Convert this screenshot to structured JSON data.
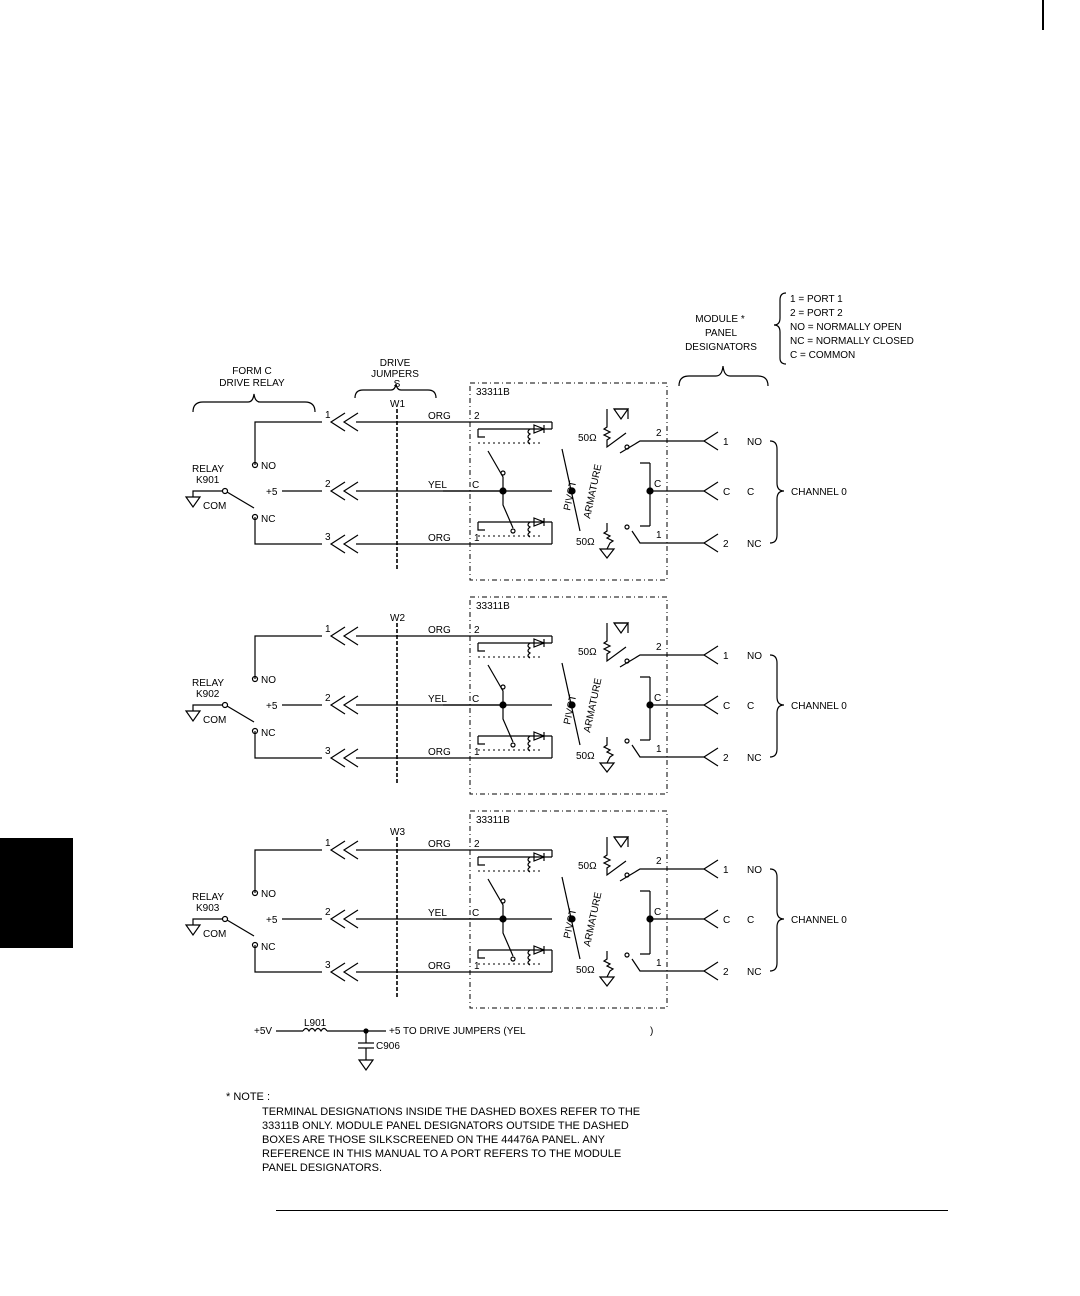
{
  "legend": {
    "entries": [
      "1 = PORT 1",
      "2 = PORT 2",
      "NO = NORMALLY OPEN",
      "NC = NORMALLY CLOSED",
      "C = COMMON"
    ]
  },
  "headers": {
    "module_panel": [
      "MODULE  *",
      "PANEL",
      "DESIGNATORS"
    ],
    "form_c": [
      "FORM C",
      "DRIVE RELAY"
    ],
    "drive_jumpers": [
      "DRIVE",
      "JUMPERS",
      "S"
    ]
  },
  "channels": [
    {
      "module": "33311B",
      "jumper": "W1",
      "relay": [
        "RELAY",
        "K901"
      ],
      "channel": "CHANNEL 0"
    },
    {
      "module": "33311B",
      "jumper": "W2",
      "relay": [
        "RELAY",
        "K902"
      ],
      "channel": "CHANNEL 0"
    },
    {
      "module": "33311B",
      "jumper": "W3",
      "relay": [
        "RELAY",
        "K903"
      ],
      "channel": "CHANNEL 0"
    }
  ],
  "labels": {
    "no": "NO",
    "nc": "NC",
    "com": "COM",
    "plus5": "+5",
    "org": "ORG",
    "yel": "YEL",
    "pin1": "1",
    "pin2": "2",
    "pin3": "3",
    "port1": "1",
    "port2": "2",
    "common": "C",
    "resistor": "50Ω",
    "pivot": "PIVOT",
    "armature": "ARMATURE"
  },
  "power": {
    "source": "+5V",
    "inductor": "L901",
    "capacitor": "C906",
    "dest": "+5 TO DRIVE JUMPERS (YEL",
    "close_paren": ")"
  },
  "note": {
    "heading": "* NOTE :",
    "lines": [
      "TERMINAL DESIGNATIONS INSIDE THE DASHED BOXES REFER TO THE",
      "33311B ONLY. MODULE PANEL DESIGNATORS OUTSIDE THE DASHED",
      "BOXES ARE THOSE SILKSCREENED ON THE 44476A PANEL.  ANY",
      "REFERENCE IN THIS MANUAL TO A PORT REFERS TO THE MODULE",
      "PANEL DESIGNATORS."
    ]
  },
  "colors": {
    "ink": "#000000",
    "paper": "#ffffff"
  }
}
